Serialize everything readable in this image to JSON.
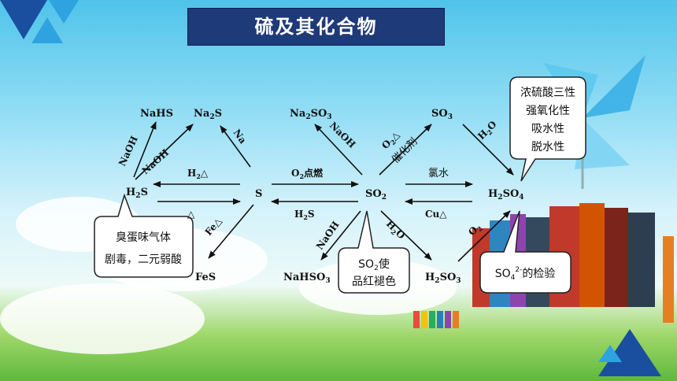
{
  "title": "硫及其化合物",
  "nodes": {
    "nahs": "NaHS",
    "na2s_main": "Na",
    "na2s_sub": "2",
    "na2s_tail": "S",
    "h2s_main": "H",
    "h2s_sub": "2",
    "h2s_tail": "S",
    "s": "S",
    "fes": "FeS",
    "na2so3_a": "Na",
    "na2so3_s1": "2",
    "na2so3_b": "SO",
    "na2so3_s2": "3",
    "so3_a": "SO",
    "so3_s": "3",
    "so2_a": "SO",
    "so2_s": "2",
    "nahso3": "NaHSO",
    "nahso3_s": "3",
    "h2so3_a": "H",
    "h2so3_s1": "2",
    "h2so3_b": "SO",
    "h2so3_s2": "3",
    "h2so4_a": "H",
    "h2so4_s1": "2",
    "h2so4_b": "SO",
    "h2so4_s2": "4"
  },
  "edge_labels": {
    "naoh_1": "NaOH",
    "naoh_2": "NaOH",
    "na": "Na",
    "h2_heat_a": "H",
    "h2_heat_sub": "2",
    "h2_heat_b": "△",
    "heat": "△",
    "fe_heat": "Fe△",
    "o2_burn_a": "O",
    "o2_burn_sub": "2",
    "o2_burn_b": "点燃",
    "h2s_a": "H",
    "h2s_sub": "2",
    "h2s_b": "S",
    "naoh_3": "NaOH",
    "naoh_4": "NaOH",
    "o2_cat_a": "O",
    "o2_cat_sub": "2",
    "o2_cat_b": "△",
    "catalyst": "催化剂",
    "h2o_1": "H",
    "h2o_1_sub": "2",
    "h2o_1_b": "O",
    "h2o_2": "H",
    "h2o_2_sub": "2",
    "h2o_2_b": "O",
    "chlorine_water": "氯水",
    "cu_heat": "Cu△",
    "o2_a": "O",
    "o2_sub": "2"
  },
  "callouts": {
    "h2s_line1": "臭蛋味气体",
    "h2s_line2": "剧毒，二元弱酸",
    "so2_line1a": "SO",
    "so2_line1_sub": "2",
    "so2_line1b": "使",
    "so2_line2": "品红褪色",
    "h2so4_line1": "浓硫酸三性",
    "h2so4_line2": "强氧化性",
    "h2so4_line3": "吸水性",
    "h2so4_line4": "脱水性",
    "so4_a": "SO",
    "so4_sub": "4",
    "so4_sup": "2-",
    "so4_b": "的检验"
  },
  "colors": {
    "title_bg": "#1f3a78",
    "logo_blue": "#1a4fa0",
    "logo_cyan": "#2fa3e0"
  }
}
